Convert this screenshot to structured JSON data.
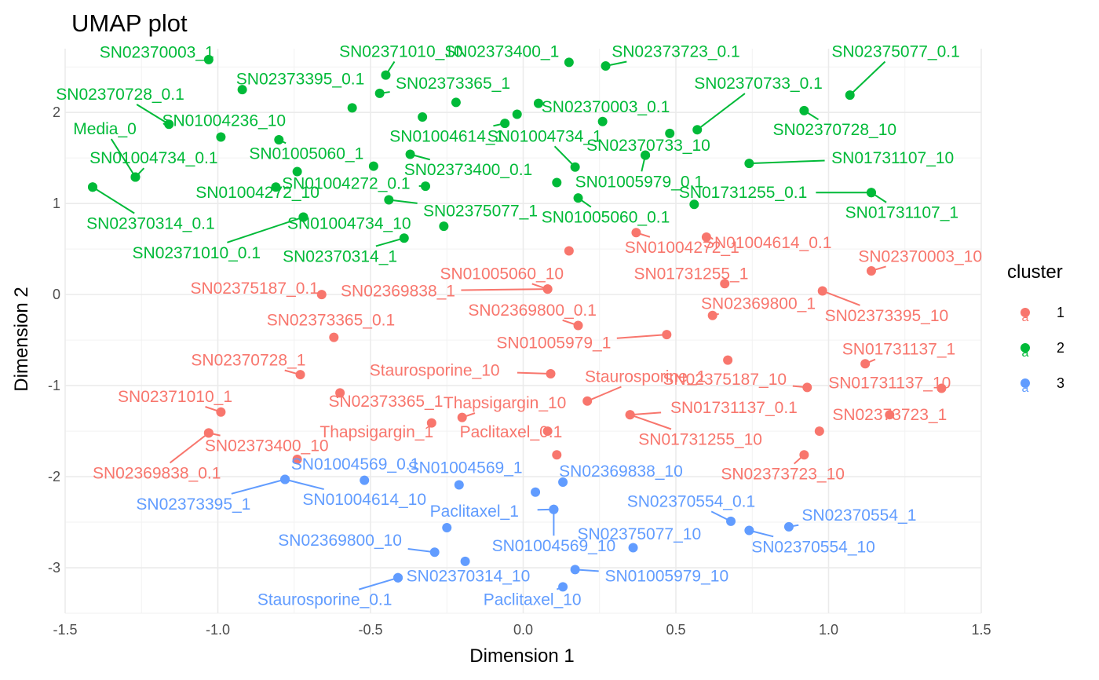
{
  "chart_data": {
    "type": "scatter",
    "title": "UMAP plot",
    "xlabel": "Dimension 1",
    "ylabel": "Dimension 2",
    "xlim": [
      -1.5,
      1.5
    ],
    "ylim": [
      -3.5,
      2.7
    ],
    "xticks": [
      -1.5,
      -1.0,
      -0.5,
      0.0,
      0.5,
      1.0,
      1.5
    ],
    "xtick_labels": [
      "-1.5",
      "-1.0",
      "-0.5",
      "0.0",
      "0.5",
      "1.0",
      "1.5"
    ],
    "yticks": [
      -3,
      -2,
      -1,
      0,
      1,
      2
    ],
    "ytick_labels": [
      "-3",
      "-2",
      "-1",
      "0",
      "1",
      "2"
    ],
    "grid": true,
    "legend": {
      "title": "cluster",
      "position": "right",
      "key_glyph": "a",
      "items": [
        {
          "label": "1",
          "color": "#F8766D"
        },
        {
          "label": "2",
          "color": "#00BA38"
        },
        {
          "label": "3",
          "color": "#619CFF"
        }
      ]
    },
    "series": [
      {
        "name": "1",
        "color": "#F8766D",
        "points": [
          {
            "x": 0.37,
            "y": 0.68,
            "label": "SN01004272_1",
            "lx": 0.52,
            "ly": 0.52
          },
          {
            "x": 0.6,
            "y": 0.63,
            "label": "SN01004614_0.1",
            "lx": 0.8,
            "ly": 0.57
          },
          {
            "x": 0.15,
            "y": 0.48,
            "label": "",
            "lx": null,
            "ly": null
          },
          {
            "x": 1.14,
            "y": 0.26,
            "label": "SN02370003_10",
            "lx": 1.3,
            "ly": 0.42
          },
          {
            "x": 0.08,
            "y": 0.06,
            "label": "SN01005060_10",
            "lx": -0.07,
            "ly": 0.23
          },
          {
            "x": 0.66,
            "y": 0.12,
            "label": "SN01731255_1",
            "lx": 0.55,
            "ly": 0.23
          },
          {
            "x": -0.66,
            "y": 0.0,
            "label": "SN02375187_0.1",
            "lx": -0.88,
            "ly": 0.07
          },
          {
            "x": 0.08,
            "y": 0.06,
            "label": "SN02369838_1",
            "lx": -0.41,
            "ly": 0.04
          },
          {
            "x": 0.98,
            "y": 0.04,
            "label": "SN02373395_10",
            "lx": 1.19,
            "ly": -0.23
          },
          {
            "x": 0.62,
            "y": -0.23,
            "label": "SN02369800_1",
            "lx": 0.77,
            "ly": -0.1
          },
          {
            "x": 0.18,
            "y": -0.34,
            "label": "SN02369800_0.1",
            "lx": 0.03,
            "ly": -0.17
          },
          {
            "x": -0.62,
            "y": -0.47,
            "label": "SN02373365_0.1",
            "lx": -0.63,
            "ly": -0.28
          },
          {
            "x": 0.47,
            "y": -0.44,
            "label": "SN01005979_1",
            "lx": 0.1,
            "ly": -0.53
          },
          {
            "x": 0.67,
            "y": -0.72,
            "label": "",
            "lx": null,
            "ly": null
          },
          {
            "x": -0.73,
            "y": -0.88,
            "label": "SN02370728_1",
            "lx": -0.9,
            "ly": -0.72
          },
          {
            "x": 0.09,
            "y": -0.87,
            "label": "Staurosporine_10",
            "lx": -0.29,
            "ly": -0.83
          },
          {
            "x": 0.21,
            "y": -1.17,
            "label": "Staurosporine_1",
            "lx": 0.4,
            "ly": -0.9
          },
          {
            "x": 1.12,
            "y": -0.76,
            "label": "SN01731137_1",
            "lx": 1.23,
            "ly": -0.6
          },
          {
            "x": 0.93,
            "y": -1.02,
            "label": "SN02375187_10",
            "lx": 0.66,
            "ly": -0.93
          },
          {
            "x": 1.37,
            "y": -1.03,
            "label": "SN01731137_10",
            "lx": 1.2,
            "ly": -0.97
          },
          {
            "x": -0.6,
            "y": -1.08,
            "label": "SN02373365_1",
            "lx": -0.45,
            "ly": -1.17
          },
          {
            "x": -0.99,
            "y": -1.29,
            "label": "SN02371010_1",
            "lx": -1.14,
            "ly": -1.12
          },
          {
            "x": 0.35,
            "y": -1.32,
            "label": "SN01731137_0.1",
            "lx": 0.69,
            "ly": -1.24
          },
          {
            "x": -0.2,
            "y": -1.35,
            "label": "Thapsigargin_10",
            "lx": -0.06,
            "ly": -1.19
          },
          {
            "x": 1.2,
            "y": -1.32,
            "label": "SN02373723_1",
            "lx": 1.2,
            "ly": -1.32
          },
          {
            "x": -0.3,
            "y": -1.41,
            "label": "Thapsigargin_1",
            "lx": -0.48,
            "ly": -1.51
          },
          {
            "x": 0.97,
            "y": -1.5,
            "label": "",
            "lx": null,
            "ly": null
          },
          {
            "x": -1.03,
            "y": -1.52,
            "label": "SN02373400_10",
            "lx": -0.84,
            "ly": -1.66
          },
          {
            "x": 0.35,
            "y": -1.32,
            "label": "SN01731255_10",
            "lx": 0.58,
            "ly": -1.59
          },
          {
            "x": 0.08,
            "y": -1.5,
            "label": "Paclitaxel_0.1",
            "lx": -0.04,
            "ly": -1.51
          },
          {
            "x": -0.74,
            "y": -1.81,
            "label": "",
            "lx": null,
            "ly": null
          },
          {
            "x": 0.11,
            "y": -1.76,
            "label": "",
            "lx": null,
            "ly": null
          },
          {
            "x": 0.92,
            "y": -1.76,
            "label": "SN02373723_10",
            "lx": 0.85,
            "ly": -1.97
          },
          {
            "x": -1.03,
            "y": -1.52,
            "label": "SN02369838_0.1",
            "lx": -1.2,
            "ly": -1.96
          }
        ]
      },
      {
        "name": "2",
        "color": "#00BA38",
        "points": [
          {
            "x": -1.03,
            "y": 2.58,
            "label": "SN02370003_1",
            "lx": -1.2,
            "ly": 2.66
          },
          {
            "x": -0.45,
            "y": 2.41,
            "label": "SN02371010_10",
            "lx": -0.4,
            "ly": 2.67
          },
          {
            "x": 0.15,
            "y": 2.55,
            "label": "SN02373400_1",
            "lx": -0.07,
            "ly": 2.67
          },
          {
            "x": 0.27,
            "y": 2.51,
            "label": "SN02373723_0.1",
            "lx": 0.5,
            "ly": 2.67
          },
          {
            "x": 1.07,
            "y": 2.19,
            "label": "SN02375077_0.1",
            "lx": 1.22,
            "ly": 2.67
          },
          {
            "x": -0.92,
            "y": 2.25,
            "label": "SN02373395_0.1",
            "lx": -0.73,
            "ly": 2.37
          },
          {
            "x": -0.47,
            "y": 2.21,
            "label": "SN02373365_1",
            "lx": -0.23,
            "ly": 2.32
          },
          {
            "x": -1.16,
            "y": 1.87,
            "label": "SN02370728_0.1",
            "lx": -1.32,
            "ly": 2.2
          },
          {
            "x": 0.57,
            "y": 1.81,
            "label": "SN02370733_0.1",
            "lx": 0.77,
            "ly": 2.32
          },
          {
            "x": -0.56,
            "y": 2.05,
            "label": "",
            "lx": null,
            "ly": null
          },
          {
            "x": -0.33,
            "y": 1.95,
            "label": "",
            "lx": null,
            "ly": null
          },
          {
            "x": -0.22,
            "y": 2.11,
            "label": "",
            "lx": null,
            "ly": null
          },
          {
            "x": 0.05,
            "y": 2.1,
            "label": "",
            "lx": null,
            "ly": null
          },
          {
            "x": -0.02,
            "y": 1.98,
            "label": "",
            "lx": null,
            "ly": null
          },
          {
            "x": 0.26,
            "y": 1.9,
            "label": "SN02370003_0.1",
            "lx": 0.27,
            "ly": 2.06
          },
          {
            "x": -0.99,
            "y": 1.73,
            "label": "SN01004236_10",
            "lx": -0.98,
            "ly": 1.91
          },
          {
            "x": 0.92,
            "y": 2.02,
            "label": "SN02370728_10",
            "lx": 1.02,
            "ly": 1.81
          },
          {
            "x": -1.27,
            "y": 1.29,
            "label": "Media_0",
            "lx": -1.37,
            "ly": 1.82
          },
          {
            "x": -0.06,
            "y": 1.88,
            "label": "SN01004614_1",
            "lx": -0.25,
            "ly": 1.74
          },
          {
            "x": 0.48,
            "y": 1.77,
            "label": "",
            "lx": null,
            "ly": null
          },
          {
            "x": -0.8,
            "y": 1.7,
            "label": "SN01005060_1",
            "lx": -0.71,
            "ly": 1.55
          },
          {
            "x": 0.17,
            "y": 1.4,
            "label": "SN01004734_1",
            "lx": 0.07,
            "ly": 1.74
          },
          {
            "x": 0.4,
            "y": 1.53,
            "label": "SN02370733_10",
            "lx": 0.41,
            "ly": 1.64
          },
          {
            "x": -1.27,
            "y": 1.29,
            "label": "SN01004734_0.1",
            "lx": -1.21,
            "ly": 1.5
          },
          {
            "x": -0.37,
            "y": 1.54,
            "label": "SN02373400_0.1",
            "lx": -0.18,
            "ly": 1.37
          },
          {
            "x": 0.74,
            "y": 1.44,
            "label": "SN01731107_10",
            "lx": 1.21,
            "ly": 1.5
          },
          {
            "x": -0.49,
            "y": 1.41,
            "label": "",
            "lx": null,
            "ly": null
          },
          {
            "x": -0.74,
            "y": 1.35,
            "label": "",
            "lx": null,
            "ly": null
          },
          {
            "x": 0.4,
            "y": 1.53,
            "label": "SN01005979_0.1",
            "lx": 0.38,
            "ly": 1.24
          },
          {
            "x": 0.11,
            "y": 1.23,
            "label": "",
            "lx": null,
            "ly": null
          },
          {
            "x": -0.32,
            "y": 1.19,
            "label": "SN01004272_0.1",
            "lx": -0.58,
            "ly": 1.22
          },
          {
            "x": -1.41,
            "y": 1.18,
            "label": "",
            "lx": null,
            "ly": null
          },
          {
            "x": -0.81,
            "y": 1.18,
            "label": "SN01004272_10",
            "lx": -0.87,
            "ly": 1.12
          },
          {
            "x": 1.14,
            "y": 1.12,
            "label": "SN01731255_0.1",
            "lx": 0.72,
            "ly": 1.12
          },
          {
            "x": 0.18,
            "y": 1.06,
            "label": "SN01005060_0.1",
            "lx": 0.27,
            "ly": 0.85
          },
          {
            "x": -0.44,
            "y": 1.04,
            "label": "SN02375077_1",
            "lx": -0.14,
            "ly": 0.92
          },
          {
            "x": 0.56,
            "y": 0.99,
            "label": "",
            "lx": null,
            "ly": null
          },
          {
            "x": 1.14,
            "y": 1.12,
            "label": "SN01731107_1",
            "lx": 1.24,
            "ly": 0.9
          },
          {
            "x": -0.72,
            "y": 0.85,
            "label": "SN01004734_10",
            "lx": -0.57,
            "ly": 0.78
          },
          {
            "x": -1.41,
            "y": 1.18,
            "label": "SN02370314_0.1",
            "lx": -1.22,
            "ly": 0.78
          },
          {
            "x": -0.26,
            "y": 0.75,
            "label": "",
            "lx": null,
            "ly": null
          },
          {
            "x": -0.39,
            "y": 0.62,
            "label": "SN02370314_1",
            "lx": -0.6,
            "ly": 0.42
          },
          {
            "x": -0.72,
            "y": 0.85,
            "label": "SN02371010_0.1",
            "lx": -1.07,
            "ly": 0.46
          }
        ]
      },
      {
        "name": "3",
        "color": "#619CFF",
        "points": [
          {
            "x": -0.52,
            "y": -2.04,
            "label": "SN01004569_0.1",
            "lx": -0.55,
            "ly": -1.86
          },
          {
            "x": -0.21,
            "y": -2.09,
            "label": "SN01004569_1",
            "lx": -0.19,
            "ly": -1.9
          },
          {
            "x": 0.13,
            "y": -2.06,
            "label": "SN02369838_10",
            "lx": 0.32,
            "ly": -1.94
          },
          {
            "x": -0.78,
            "y": -2.03,
            "label": "SN02373395_1",
            "lx": -1.08,
            "ly": -2.3
          },
          {
            "x": 0.04,
            "y": -2.17,
            "label": "",
            "lx": null,
            "ly": null
          },
          {
            "x": -0.78,
            "y": -2.03,
            "label": "SN01004614_10",
            "lx": -0.52,
            "ly": -2.25
          },
          {
            "x": 0.68,
            "y": -2.49,
            "label": "SN02370554_0.1",
            "lx": 0.55,
            "ly": -2.27
          },
          {
            "x": 0.1,
            "y": -2.36,
            "label": "Paclitaxel_1",
            "lx": -0.16,
            "ly": -2.38
          },
          {
            "x": 0.87,
            "y": -2.55,
            "label": "SN02370554_1",
            "lx": 1.1,
            "ly": -2.42
          },
          {
            "x": -0.25,
            "y": -2.56,
            "label": "",
            "lx": null,
            "ly": null
          },
          {
            "x": 0.74,
            "y": -2.59,
            "label": "SN02370554_10",
            "lx": 0.95,
            "ly": -2.77
          },
          {
            "x": 0.36,
            "y": -2.78,
            "label": "SN02375077_10",
            "lx": 0.38,
            "ly": -2.63
          },
          {
            "x": -0.29,
            "y": -2.83,
            "label": "SN02369800_10",
            "lx": -0.6,
            "ly": -2.7
          },
          {
            "x": 0.1,
            "y": -2.36,
            "label": "SN01004569_10",
            "lx": 0.1,
            "ly": -2.76
          },
          {
            "x": -0.19,
            "y": -2.93,
            "label": "SN02370314_10",
            "lx": -0.18,
            "ly": -3.09
          },
          {
            "x": 0.17,
            "y": -3.02,
            "label": "SN01005979_10",
            "lx": 0.47,
            "ly": -3.09
          },
          {
            "x": -0.41,
            "y": -3.11,
            "label": "",
            "lx": null,
            "ly": null
          },
          {
            "x": 0.13,
            "y": -3.21,
            "label": "Paclitaxel_10",
            "lx": 0.03,
            "ly": -3.35
          },
          {
            "x": -0.41,
            "y": -3.11,
            "label": "Staurosporine_0.1",
            "lx": -0.65,
            "ly": -3.35
          }
        ]
      }
    ]
  }
}
